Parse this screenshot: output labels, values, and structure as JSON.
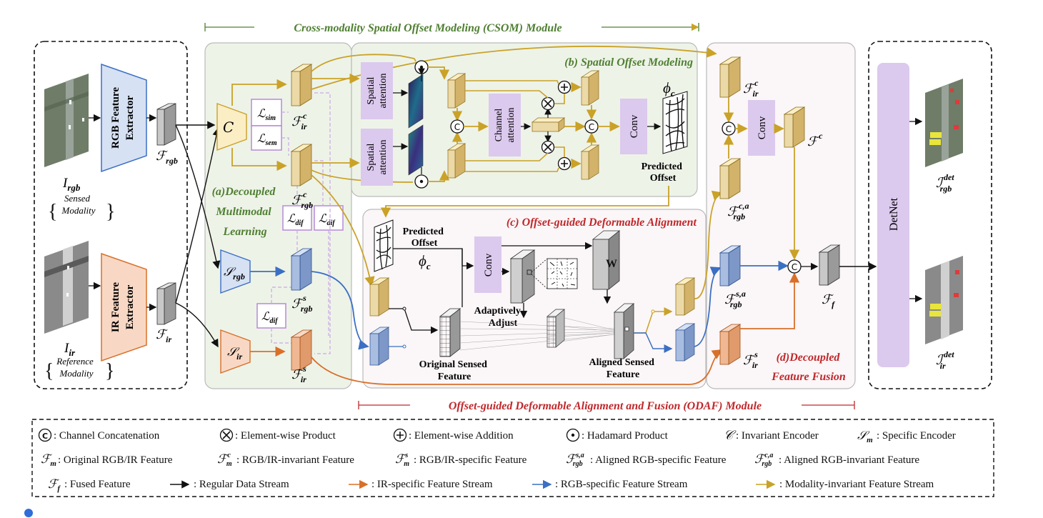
{
  "csom_title": "Cross-modality Spatial Offset Modeling (CSOM) Module",
  "odaf_title": "Offset-guided Deformable Alignment and Fusion (ODAF) Module",
  "sections": {
    "a_line1": "(a)Decoupled",
    "a_line2": "Multimodal",
    "a_line3": "Learning",
    "b": "(b) Spatial Offset Modeling",
    "c": "(c) Offset-guided Deformable Alignment",
    "d_line1": "(d)Decoupled",
    "d_line2": "Feature Fusion"
  },
  "inputs": {
    "rgb_symbol": "I",
    "rgb_sub": "rgb",
    "ir_symbol": "I",
    "ir_sub": "ir",
    "sensed_line1": "Sensed",
    "sensed_line2": "Modality",
    "reference_line1": "Reference",
    "reference_line2": "Modality"
  },
  "extractors": {
    "rgb_line1": "RGB Feature",
    "rgb_line2": "Extractor",
    "ir_line1": "IR Feature",
    "ir_line2": "Extractor"
  },
  "features": {
    "f_rgb": "rgb",
    "f_ir": "ir",
    "fc_ir_sub": "ir",
    "fc_ir_sup": "c",
    "fc_rgb_sub": "rgb",
    "fc_rgb_sup": "c",
    "fs_rgb_sub": "rgb",
    "fs_rgb_sup": "s",
    "fs_ir_sub": "ir",
    "fs_ir_sup": "s",
    "fca_rgb_sup": "c,a",
    "fsa_rgb_sup": "s,a",
    "fc": "c",
    "ff": "f"
  },
  "losses": {
    "sim": "sim",
    "sem": "sem",
    "dif": "dif"
  },
  "encoders": {
    "invariant": "C",
    "s_rgb": "rgb",
    "s_ir": "ir"
  },
  "blocks": {
    "spatial_att_line1": "Spatial",
    "spatial_att_line2": "attention",
    "channel_att_line1": "Channel",
    "channel_att_line2": "attention",
    "conv": "Conv",
    "phi": "c",
    "predicted_offset_line1": "Predicted",
    "predicted_offset_line2": "Offset",
    "adaptively_line1": "Adaptively",
    "adaptively_line2": "Adjust",
    "original_sensed_line1": "Original Sensed",
    "original_sensed_line2": "Feature",
    "aligned_sensed_line1": "Aligned Sensed",
    "aligned_sensed_line2": "Feature",
    "w": "W",
    "detnet": "DetNet"
  },
  "outputs": {
    "rgb_sup": "det",
    "rgb_sub": "rgb",
    "ir_sup": "det",
    "ir_sub": "ir"
  },
  "legend": {
    "concat": ": Channel  Concatenation",
    "product": ": Element-wise Product",
    "addition": ": Element-wise Addition",
    "hadamard": ": Hadamard Product",
    "invariant_enc": ": Invariant Encoder",
    "specific_enc": ": Specific Encoder",
    "fm": ": Original RGB/IR Feature",
    "fmc": ":  RGB/IR-invariant Feature",
    "fms": ": RGB/IR-specific Feature",
    "fsa": ":  Aligned RGB-specific Feature",
    "fca": ":  Aligned  RGB-invariant Feature",
    "ff": ": Fused Feature",
    "regular": ": Regular  Data Stream",
    "ir_stream": ": IR-specific Feature Stream",
    "rgb_stream": ": RGB-specific  Feature Stream",
    "inv_stream": ": Modality-invariant  Feature Stream"
  },
  "colors": {
    "green_title": "#4f7f32",
    "red_title": "#c0282c",
    "gold": "#c9a227",
    "blue": "#3b6fc4",
    "orange": "#d8702a",
    "purple_box": "#dcc9ee",
    "green_bg": "#eef3e8",
    "pink_bg": "#fbf6f7"
  }
}
